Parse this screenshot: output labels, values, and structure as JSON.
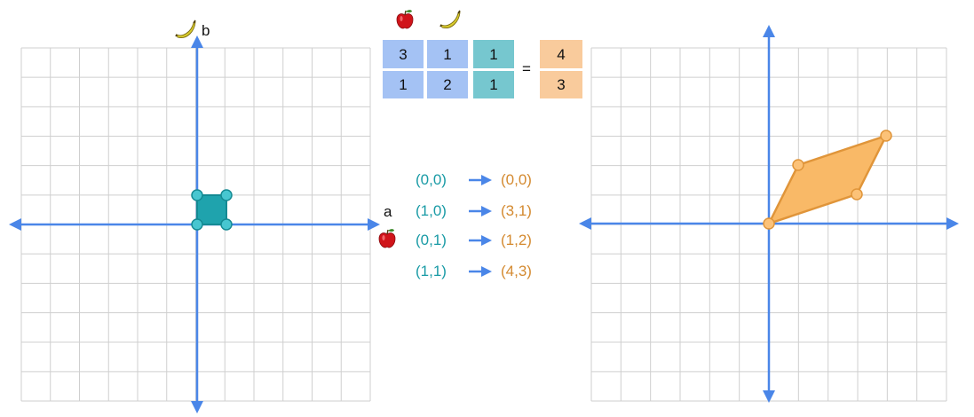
{
  "colors": {
    "grid": "#cfcfcf",
    "axis": "#4a86e8",
    "teal_fill": "#1fa3ad",
    "teal_stroke": "#148a93",
    "teal_point": "#47c6d0",
    "orange_fill": "#f9b967",
    "orange_stroke": "#e0953a",
    "orange_point": "#fcc278",
    "matrix_blue": "#a4c2f4",
    "vector_teal": "#76c7cf",
    "result_orange": "#f9cb9c",
    "text_teal": "#1a9ba6",
    "text_orange": "#d48a30",
    "apple_red": "#d0141a",
    "banana_yellow": "#d9cc2e"
  },
  "left_plot": {
    "x_axis_label": "a",
    "y_axis_label": "b",
    "x_axis_icon": "apple-icon",
    "y_axis_icon": "banana-icon",
    "square_vertices": [
      [
        0,
        0
      ],
      [
        1,
        0
      ],
      [
        1,
        1
      ],
      [
        0,
        1
      ]
    ]
  },
  "right_plot": {
    "parallelogram_vertices": [
      [
        0,
        0
      ],
      [
        3,
        1
      ],
      [
        4,
        3
      ],
      [
        1,
        2
      ]
    ]
  },
  "equation": {
    "column_icons": [
      "apple-icon",
      "banana-icon"
    ],
    "matrix": [
      [
        "3",
        "1"
      ],
      [
        "1",
        "2"
      ]
    ],
    "vector": [
      "1",
      "1"
    ],
    "equals": "=",
    "result": [
      "4",
      "3"
    ]
  },
  "mappings": [
    {
      "from": "(0,0)",
      "to": "(0,0)"
    },
    {
      "from": "(1,0)",
      "to": "(3,1)"
    },
    {
      "from": "(0,1)",
      "to": "(1,2)"
    },
    {
      "from": "(1,1)",
      "to": "(4,3)"
    }
  ]
}
